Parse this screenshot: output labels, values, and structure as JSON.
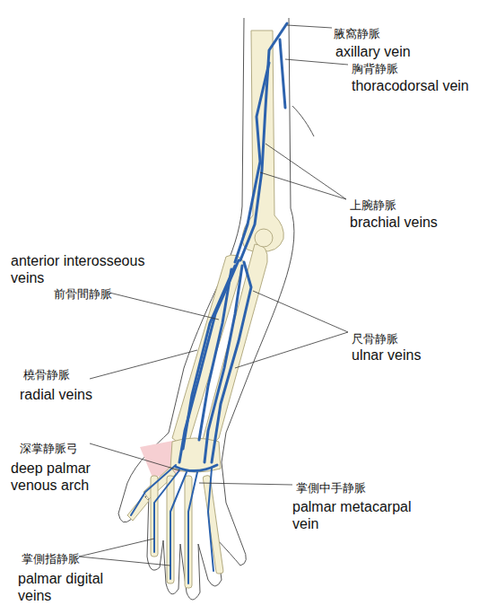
{
  "diagram": {
    "labels": [
      "腋窩静脈",
      "axillary vein",
      "胸背静脈",
      "thoracodorsal vein",
      "上腕静脈",
      "brachial veins",
      "anterior interosseous veins",
      "前骨間静脈",
      "尺骨静脈",
      "ulnar veins",
      "橈骨静脈",
      "radial veins",
      "深掌静脈弓",
      "deep palmar venous arch",
      "掌側中手静脈",
      "palmar metacarpal vein",
      "掌側指静脈",
      "palmar digital veins"
    ]
  }
}
